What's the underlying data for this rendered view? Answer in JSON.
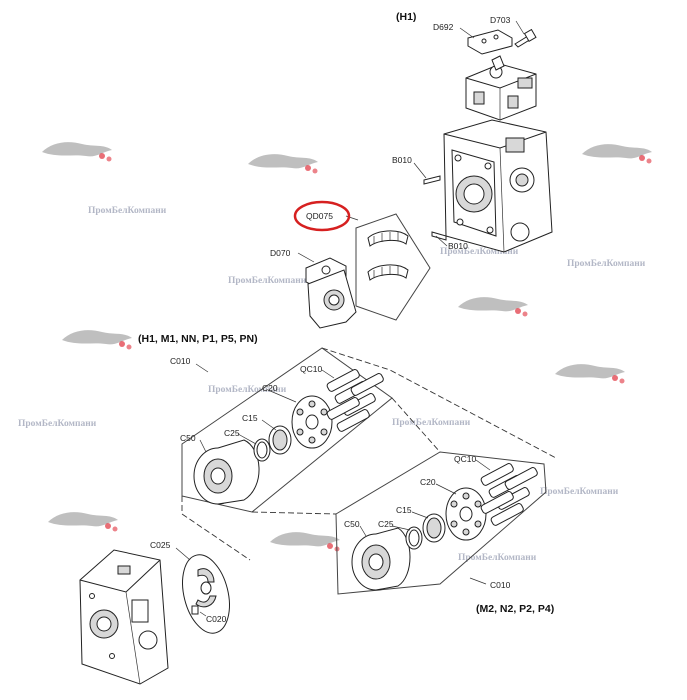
{
  "watermark": {
    "text": "ПромБелКомпани",
    "color": "#9aa0b4"
  },
  "highlight": {
    "color": "#d62020",
    "label": "QD075"
  },
  "group_labels": {
    "top": "(H1)",
    "upper_kit": "(H1, M1, NN, P1, P5, PN)",
    "lower_kit": "(M2, N2, P2, P4)"
  },
  "part_labels": {
    "d692": "D692",
    "d703": "D703",
    "b010_top": "B010",
    "b010_bottom": "B010",
    "qd075": "QD075",
    "d070": "D070",
    "c010_upper": "C010",
    "c010_lower": "C010",
    "qc10_upper": "QC10",
    "qc10_lower": "QC10",
    "c20_upper": "C20",
    "c20_lower": "C20",
    "c15_upper": "C15",
    "c15_lower": "C15",
    "c25_upper": "C25",
    "c25_lower": "C25",
    "c50_upper": "C50",
    "c50_lower": "C50",
    "c025": "C025",
    "c020": "C020"
  }
}
